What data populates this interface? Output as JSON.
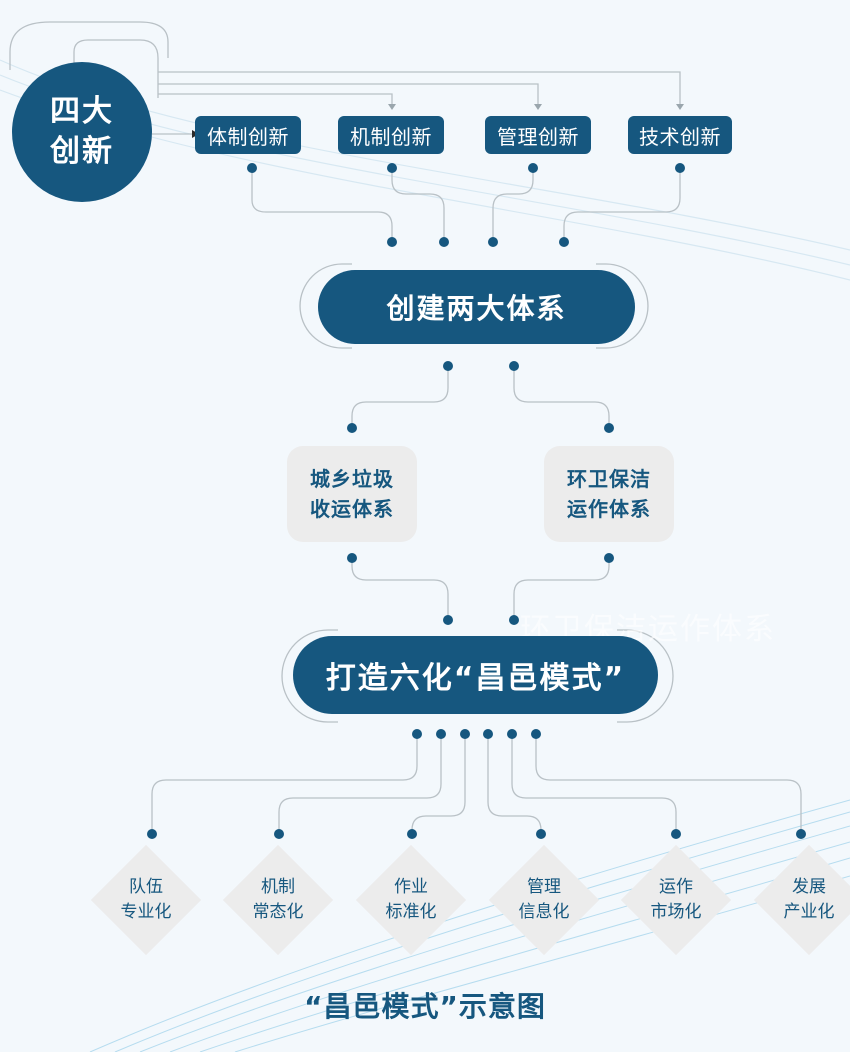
{
  "colors": {
    "primary": "#16577f",
    "card": "#ececec",
    "connector": "#b9c1c6",
    "background": "#f3f8fc"
  },
  "center": {
    "line1": "四大",
    "line2": "创新"
  },
  "innovations": [
    "体制创新",
    "机制创新",
    "管理创新",
    "技术创新"
  ],
  "system": {
    "label": "创建两大体系"
  },
  "systems": [
    {
      "line1": "城乡垃圾",
      "line2": "收运体系"
    },
    {
      "line1": "环卫保洁",
      "line2": "运作体系"
    }
  ],
  "watermark": "环卫保洁运作体系",
  "model": {
    "label": "打造六化“昌邑模式”"
  },
  "modernizations": [
    {
      "line1": "队伍",
      "line2": "专业化"
    },
    {
      "line1": "机制",
      "line2": "常态化"
    },
    {
      "line1": "作业",
      "line2": "标准化"
    },
    {
      "line1": "管理",
      "line2": "信息化"
    },
    {
      "line1": "运作",
      "line2": "市场化"
    },
    {
      "line1": "发展",
      "line2": "产业化"
    }
  ],
  "caption": "“昌邑模式”示意图"
}
